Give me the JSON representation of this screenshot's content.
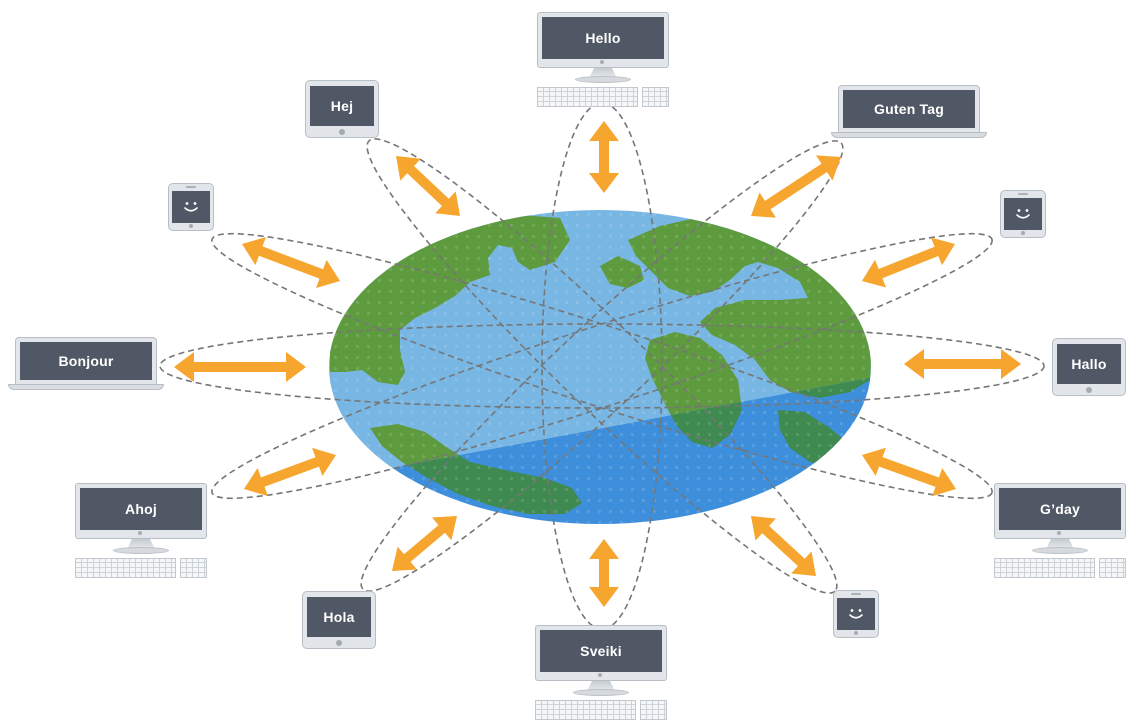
{
  "devices": [
    {
      "icon": "desktop-computer-icon",
      "greeting": "Hello"
    },
    {
      "icon": "tablet-icon",
      "greeting": "Hej"
    },
    {
      "icon": "laptop-icon",
      "greeting": "Guten Tag"
    },
    {
      "icon": "smartphone-icon",
      "screen_icon": "smiley-icon"
    },
    {
      "icon": "smartphone-icon",
      "screen_icon": "smiley-icon"
    },
    {
      "icon": "laptop-icon",
      "greeting": "Bonjour"
    },
    {
      "icon": "tablet-icon",
      "greeting": "Hallo"
    },
    {
      "icon": "desktop-computer-icon",
      "greeting": "Ahoj"
    },
    {
      "icon": "desktop-computer-icon",
      "greeting": "G’day"
    },
    {
      "icon": "tablet-icon",
      "greeting": "Hola"
    },
    {
      "icon": "smartphone-icon",
      "screen_icon": "smiley-icon"
    },
    {
      "icon": "desktop-computer-icon",
      "greeting": "Sveiki"
    }
  ],
  "icons": {
    "center": "globe-icon",
    "connection": "double-arrow-icon",
    "orbit": "dashed-orbit-icon"
  },
  "colors": {
    "background": "#FFFFFF",
    "arrow": "#F6A52E",
    "ocean_light": "#78B6E4",
    "ocean_dark": "#3E8FDB",
    "land_light": "#5E9B3E",
    "land_dark": "#3F8A50",
    "orbit_line": "#767676",
    "device_screen": "#4F5864",
    "device_body": "#E2E5E9"
  }
}
